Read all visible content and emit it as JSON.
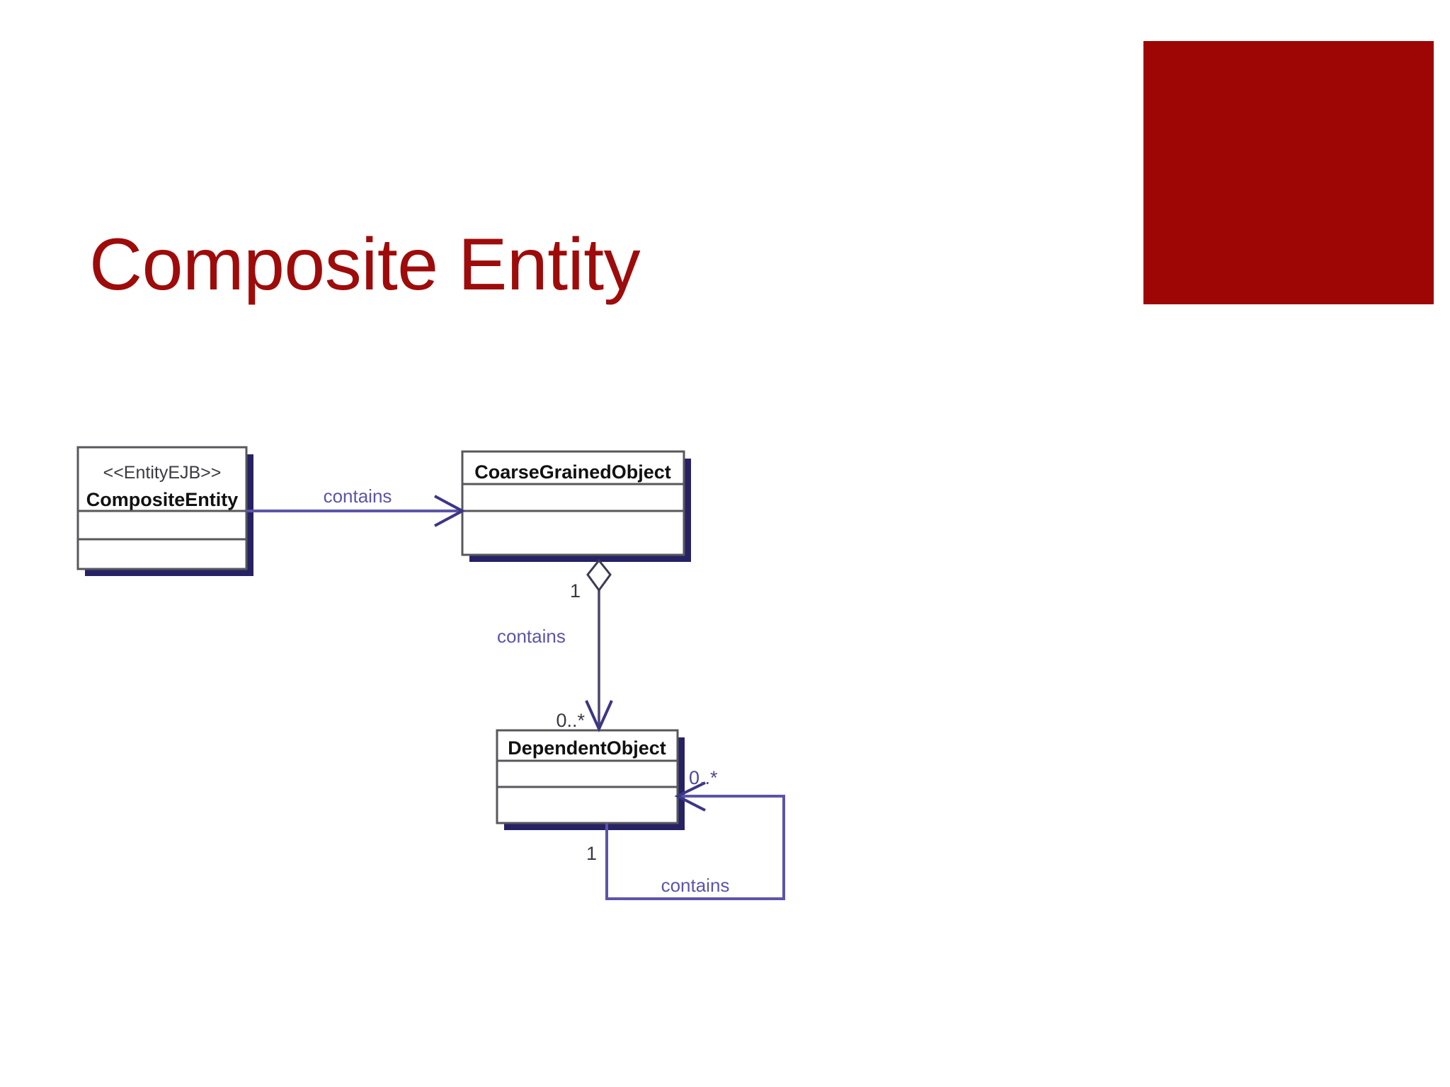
{
  "slide": {
    "title": "Composite Entity",
    "background_color": "#ffffff",
    "accent_color": "#9e0505",
    "title_color": "#9e0b0b"
  },
  "diagram": {
    "type": "uml-class-diagram",
    "classes": [
      {
        "id": "composite-entity",
        "stereotype": "<<EntityEJB>>",
        "name": "CompositeEntity",
        "compartments": 3
      },
      {
        "id": "coarse-grained-object",
        "stereotype": "",
        "name": "CoarseGrainedObject",
        "compartments": 3
      },
      {
        "id": "dependent-object",
        "stereotype": "",
        "name": "DependentObject",
        "compartments": 3
      }
    ],
    "associations": [
      {
        "id": "composite-to-coarse",
        "label": "contains",
        "from": "CompositeEntity",
        "to": "CoarseGrainedObject",
        "kind": "directed-association",
        "source_multiplicity": "",
        "target_multiplicity": ""
      },
      {
        "id": "coarse-to-dependent",
        "label": "contains",
        "from": "CoarseGrainedObject",
        "to": "DependentObject",
        "kind": "aggregation",
        "source_multiplicity": "1",
        "target_multiplicity": "0..*"
      },
      {
        "id": "dependent-self",
        "label": "contains",
        "from": "DependentObject",
        "to": "DependentObject",
        "kind": "directed-association",
        "source_multiplicity": "1",
        "target_multiplicity": "0..*"
      }
    ],
    "line_color": "#5b55a8"
  }
}
